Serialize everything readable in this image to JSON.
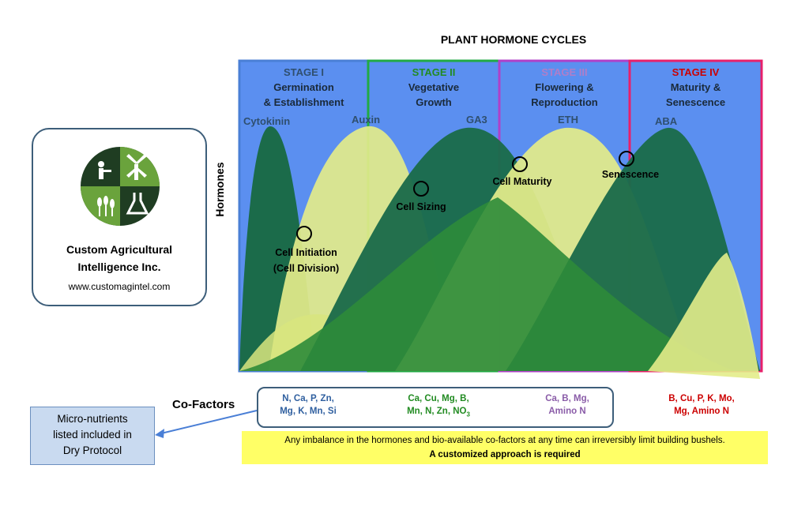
{
  "title": "PLANT HORMONE CYCLES",
  "axis": {
    "y_label": "Hormones"
  },
  "stages": [
    {
      "number": "STAGE I",
      "line1": "Germination",
      "line2": "& Establishment",
      "color": "#2f4f6f",
      "border": "#4a7fd6"
    },
    {
      "number": "STAGE II",
      "line1": "Vegetative",
      "line2": "Growth",
      "color": "#228b22",
      "border": "#22aa44"
    },
    {
      "number": "STAGE III",
      "line1": "Flowering &",
      "line2": "Reproduction",
      "color": "#8a5ca8",
      "border": "#b040c8"
    },
    {
      "number": "STAGE IV",
      "line1": "Maturity &",
      "line2": "Senescence",
      "color": "#cc0000",
      "border": "#e8206a"
    }
  ],
  "hormones": [
    "Cytokinin",
    "Auxin",
    "GA3",
    "ETH",
    "ABA"
  ],
  "phases": {
    "cell_initiation": {
      "line1": "Cell Initiation",
      "line2": "(Cell Division)"
    },
    "cell_sizing": "Cell Sizing",
    "cell_maturity": "Cell Maturity",
    "senescence": "Senescence"
  },
  "company": {
    "name_line1": "Custom Agricultural",
    "name_line2": "Intelligence Inc.",
    "website": "www.customagintel.com"
  },
  "cofactors": {
    "label": "Co-Factors",
    "stage1": {
      "line1": "N, Ca, P, Zn,",
      "line2": "Mg, K, Mn, Si"
    },
    "stage2": {
      "line1": "Ca, Cu, Mg, B,",
      "line2": "Mn, N, Zn, NO",
      "line2_sub": "3"
    },
    "stage3": {
      "line1": "Ca, B, Mg,",
      "line2": "Amino N"
    },
    "stage4": {
      "line1": "B, Cu, P, K, Mo,",
      "line2": "Mg, Amino N"
    }
  },
  "micro_box": {
    "line1": "Micro-nutrients",
    "line2": "listed included in",
    "line3": "Dry Protocol"
  },
  "notice": {
    "line1": "Any imbalance in the hormones and bio-available co-factors at any time can irreversibly limit building bushels.",
    "line2": "A customized approach is required"
  },
  "colors": {
    "stage_bg": "#5b8ff0",
    "dark_green": "#1b6b4a",
    "mid_green": "#2e8b3a",
    "light_yellow": "#e3ec8a",
    "logo_dark": "#1f3d22",
    "logo_green": "#6aa33c"
  }
}
